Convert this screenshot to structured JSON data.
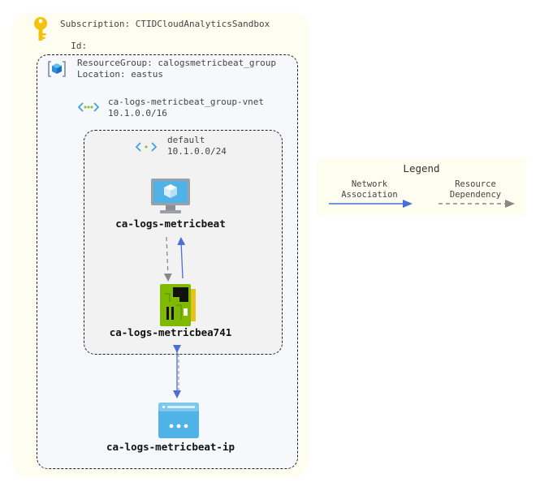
{
  "subscription": {
    "name_line": "Subscription: CTIDCloudAnalyticsSandbox",
    "id_label": "Id:"
  },
  "resource_group": {
    "name_line": "ResourceGroup: calogsmetricbeat_group",
    "location_line": "Location: eastus"
  },
  "vnet": {
    "name": "ca-logs-metricbeat_group-vnet",
    "cidr": "10.1.0.0/16"
  },
  "subnet": {
    "name": "default",
    "cidr": "10.1.0.0/24"
  },
  "nodes": {
    "vm": "ca-logs-metricbeat",
    "nic": "ca-logs-metricbea741",
    "pip": "ca-logs-metricbeat-ip"
  },
  "legend": {
    "title": "Legend",
    "network_association": "Network\nAssociation",
    "resource_dependency": "Resource\nDependency"
  },
  "colors": {
    "network_association": "#4a6fd6",
    "resource_dependency": "#888888",
    "subscription_bg": "#fdfdf0",
    "rg_bg": "#f7f8fc",
    "subnet_bg": "#f2f2f2"
  }
}
